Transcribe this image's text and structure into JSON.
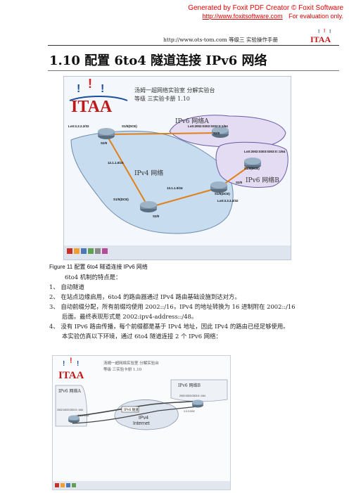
{
  "watermark": {
    "line1": "Generated by Foxit PDF Creator © Foxit Software",
    "url": "http://www.foxitsoftware.com",
    "eval": "For evaluation only."
  },
  "header": {
    "url_text": "http://www.ots-tom.com 等级三 实验操作手册",
    "logo_text": "ITAA"
  },
  "section_title": "1.10  配置 6to4 隧道连接 IPv6 网络",
  "figure1": {
    "banner_line1": "汤姆一超网络实验室 分解实验台",
    "banner_line2": "等级 三实验卡册 1.10",
    "logo_text": "ITAA",
    "cloud_ipv6_a": "IPv6 网络A",
    "cloud_ipv6_b": "IPv6 网络B",
    "cloud_ipv4": "IPv4 网络",
    "labels": {
      "lo0_r1": "Lo0:2.2.2.2/32",
      "s10_r1": "S1/0(DCE)",
      "s20_r1": "S2/0",
      "lo0_a": "Lo0:2002:0202:0202:0:1/64",
      "s20_a": "S2/0",
      "lo0_b": "Lo0:2002:0303:0303:0::1/64",
      "s10_b": "S1/0(DCE)",
      "s20_b": "S2/0",
      "net12": "12.1.1.0/24",
      "net13": "13.1.1.0/24",
      "s10_r3": "S1/0(DCE)",
      "lo0_r3": "Lo0:3.3.3.3/32",
      "s10_r2": "S1/0(DCE)",
      "s20_r2": "S2/0"
    }
  },
  "caption": "Figure 11 配置 6to4 隧道连接 IPv6 网络",
  "body": {
    "intro": "6to4 机制的特点是：",
    "item1": "1、 自动隧道",
    "item2": "2、 在站点边缘启用，6to4 的路由器通过 IPv4 路由基础设施到达对方。",
    "item3a": "3、 自动前缀分配，所有前缀均使用 2002::/16，IPv4 的地址转换为 16 进制附在 2002::/16",
    "item3b": "后面。最终表现形式是 2002:ipv4-address::/48。",
    "item4a": "4、 没有 IPv6 路由传播，每个前缀都是基于 IPv4 地址，因此 IPv4 的路由已经足够使用。",
    "item4b": "本实验仿真以下环境，通过 6to4 隧道连接 2 个 IPv6 网络："
  },
  "figure2": {
    "banner_line1": "汤姆一超网络实验室 分解实验台",
    "banner_line2": "等级 三实验卡册 1.10",
    "logo_text": "ITAA",
    "net_a": "IPv6 网络A",
    "net_b": "IPv6 网络B",
    "ipv4_line1": "IPv4",
    "ipv4_line2": "Internet",
    "tunnel": "IPv6 隧道",
    "addr_a": "2002:0202:0202:0::1/64",
    "addr_b": "2002:0303:0303:0::1/64",
    "ip_a": "2.2.2.2/32",
    "ip_b": "3.3.3.3/32"
  }
}
